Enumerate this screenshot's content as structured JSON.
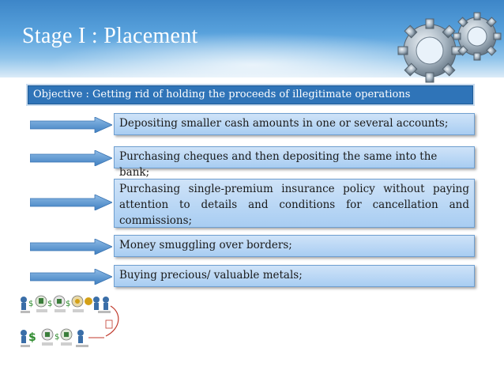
{
  "slide": {
    "title": "Stage I : Placement",
    "objective": "Objective : Getting rid of holding the proceeds of illegitimate operations",
    "items": [
      {
        "text": "Depositing smaller cash amounts in one or several accounts;"
      },
      {
        "text": "Purchasing cheques and then depositing the same into the bank;"
      },
      {
        "text": "Purchasing single-premium insurance policy without paying attention to details and conditions for cancellation and commissions;"
      },
      {
        "text": "Money smuggling over borders;"
      },
      {
        "text": "Buying precious/ valuable metals;"
      }
    ]
  },
  "icons": {
    "gears": "gears-icon",
    "flow_diagram": "money-flow-diagram-icon"
  },
  "colors": {
    "header_blue": "#3d86c8",
    "objective_bar": "#2f74b8",
    "item_box": "#a8cdf2",
    "arrow_blue": "#4a86c6"
  }
}
